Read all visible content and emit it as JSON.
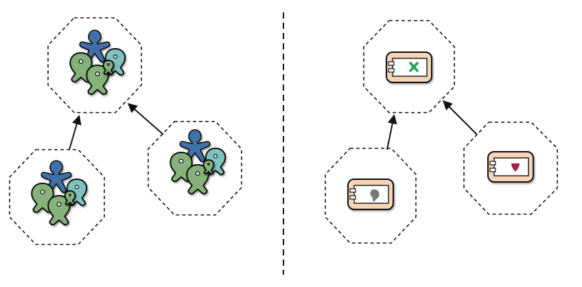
{
  "diagram": {
    "colors": {
      "outline": "#111111",
      "dark_blue": "#3f6fa8",
      "green": "#86b27a",
      "teal": "#7ec3c2",
      "component_fill": "#f6d4b8",
      "component_inner": "#ffffff",
      "mark_green": "#27a05a",
      "mark_gray": "#777777",
      "mark_red": "#a3234f"
    },
    "left_panel": {
      "nodes": [
        {
          "id": "top",
          "content": "people-group-icon"
        },
        {
          "id": "bottom-left",
          "content": "people-group-icon"
        },
        {
          "id": "right",
          "content": "people-group-icon"
        }
      ],
      "edges": [
        {
          "from": "bottom-left",
          "to": "top"
        },
        {
          "from": "right",
          "to": "top"
        }
      ]
    },
    "right_panel": {
      "nodes": [
        {
          "id": "top",
          "content": "component-icon",
          "mark": "x-mark"
        },
        {
          "id": "bottom-left",
          "content": "component-icon",
          "mark": "blob-mark"
        },
        {
          "id": "right",
          "content": "component-icon",
          "mark": "heart-mark"
        }
      ],
      "edges": [
        {
          "from": "bottom-left",
          "to": "top"
        },
        {
          "from": "right",
          "to": "top"
        }
      ]
    }
  }
}
